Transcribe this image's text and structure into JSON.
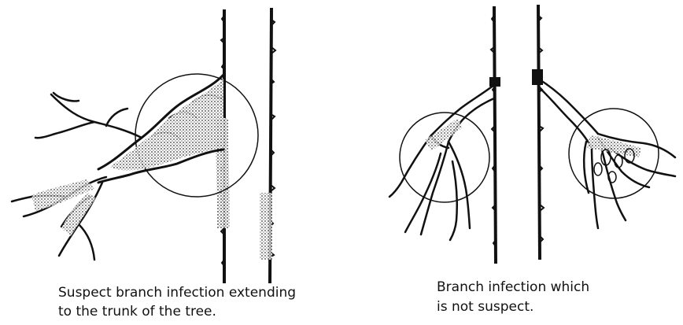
{
  "figure": {
    "left_panel": {
      "caption_line1": "Suspect branch infection extending",
      "caption_line2": "to the trunk of the tree."
    },
    "right_panel": {
      "caption_line1": "Branch infection which",
      "caption_line2": "is not suspect."
    }
  },
  "colors": {
    "ink": "#111111",
    "paper": "#ffffff"
  }
}
